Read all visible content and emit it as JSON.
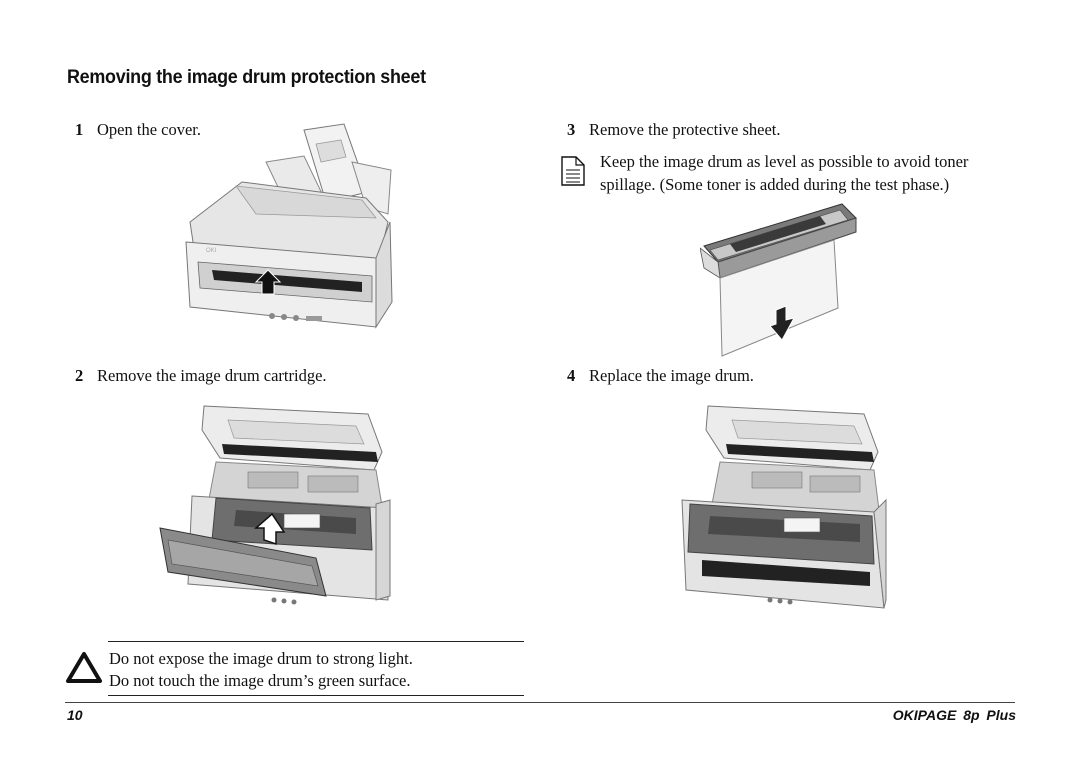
{
  "heading": "Removing the image drum protection sheet",
  "steps": [
    {
      "num": "1",
      "text": "Open the cover."
    },
    {
      "num": "2",
      "text": "Remove the image drum cartridge."
    },
    {
      "num": "3",
      "text": "Remove the protective sheet."
    },
    {
      "num": "4",
      "text": "Replace the image drum."
    }
  ],
  "note": {
    "icon": "note-icon",
    "line1": "Keep the image drum as level as possible to avoid toner",
    "line2": "spillage. (Some toner is added during the test phase.)"
  },
  "warning": {
    "icon": "warning-triangle-icon",
    "line1": "Do not expose the image drum to strong light.",
    "line2": "Do not touch the image drum’s green surface."
  },
  "footer": {
    "page_number": "10",
    "product": "OKIPAGE 8p Plus"
  }
}
